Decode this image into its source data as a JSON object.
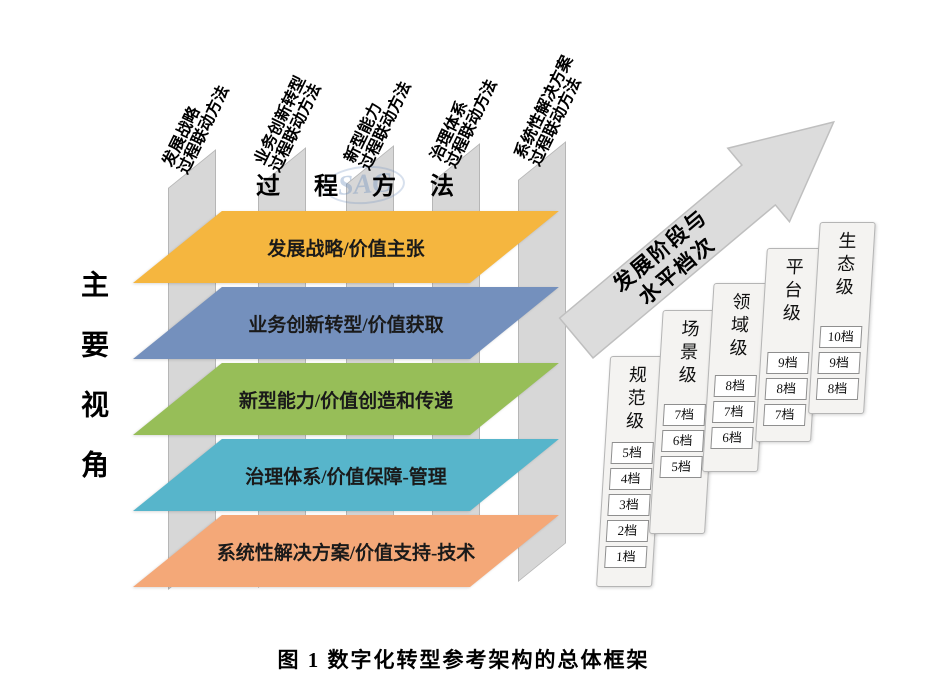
{
  "figure": {
    "caption": "图 1  数字化转型参考架构的总体框架",
    "watermark": "SAC"
  },
  "left_axis": {
    "label": "主要视角"
  },
  "process_header": {
    "label": "过 程 方 法"
  },
  "process_methods": [
    {
      "name": "发展战略",
      "suffix": "过程联动方法"
    },
    {
      "name": "业务创新转型",
      "suffix": "过程联动方法"
    },
    {
      "name": "新型能力",
      "suffix": "过程联动方法"
    },
    {
      "name": "治理体系",
      "suffix": "过程联动方法"
    },
    {
      "name": "系统性解决方案",
      "suffix": "过程联动方法"
    }
  ],
  "layers": [
    {
      "label": "发展战略/价值主张",
      "color": "#f5b63f"
    },
    {
      "label": "业务创新转型/价值获取",
      "color": "#7490bd"
    },
    {
      "label": "新型能力/价值创造和传递",
      "color": "#97be58"
    },
    {
      "label": "治理体系/价值保障-管理",
      "color": "#57b5cb"
    },
    {
      "label": "系统性解决方案/价值支持-技术",
      "color": "#f4a878"
    }
  ],
  "arrow": {
    "line1": "发展阶段与",
    "line2": "水平档次"
  },
  "stages": [
    {
      "name": "规范级",
      "levels": [
        "5档",
        "4档",
        "3档",
        "2档",
        "1档"
      ]
    },
    {
      "name": "场景级",
      "levels": [
        "7档",
        "6档",
        "5档"
      ]
    },
    {
      "name": "领域级",
      "levels": [
        "8档",
        "7档",
        "6档"
      ]
    },
    {
      "name": "平台级",
      "levels": [
        "9档",
        "8档",
        "7档"
      ]
    },
    {
      "name": "生态级",
      "levels": [
        "10档",
        "9档",
        "8档"
      ]
    }
  ],
  "colors": {
    "plane": "rgba(204,204,204,0.78)",
    "arrow": "#dcdcdc",
    "arrow_stroke": "#bfbfbf",
    "stage_bg": "#f4f3f1"
  }
}
